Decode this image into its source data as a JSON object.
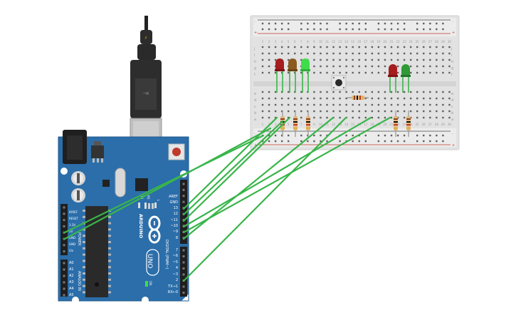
{
  "board": {
    "pin_labels_right": [
      "AREF",
      "GND",
      "13",
      "12",
      "~11",
      "~10",
      "~9",
      "8",
      "7",
      "~6",
      "~5",
      "4",
      "~3",
      "2",
      "TX→1",
      "RX←0"
    ],
    "pin_labels_left": [
      "IOREF",
      "RESET",
      "3.3V",
      "5V",
      "GND",
      "GND",
      "Vin"
    ],
    "analog_labels": [
      "A0",
      "A1",
      "A2",
      "A3",
      "A4",
      "A5"
    ],
    "brand": "ARDUINO",
    "model": "UNO",
    "digital_label": "DIGITAL (PWM~)",
    "power_label": "POWER",
    "analog_label": "ANALOG IN",
    "led_tx": "TX",
    "led_rx": "RX",
    "led_l": "L",
    "on_label": "ON"
  },
  "breadboard": {
    "row_labels_top": [
      "j",
      "i",
      "h",
      "g",
      "f"
    ],
    "row_labels_bottom": [
      "e",
      "d",
      "c",
      "b",
      "a"
    ],
    "rail_plus": "+",
    "rail_minus": "-"
  },
  "colors": {
    "wire": "#39b54a",
    "board": "#2b6eaa",
    "breadboard": "#e4e4e4",
    "led_red": "#a51d1d",
    "led_green": "#2f9a36",
    "led_bright_green": "#3fdc4a",
    "led_amber": "#8a5b1e"
  }
}
